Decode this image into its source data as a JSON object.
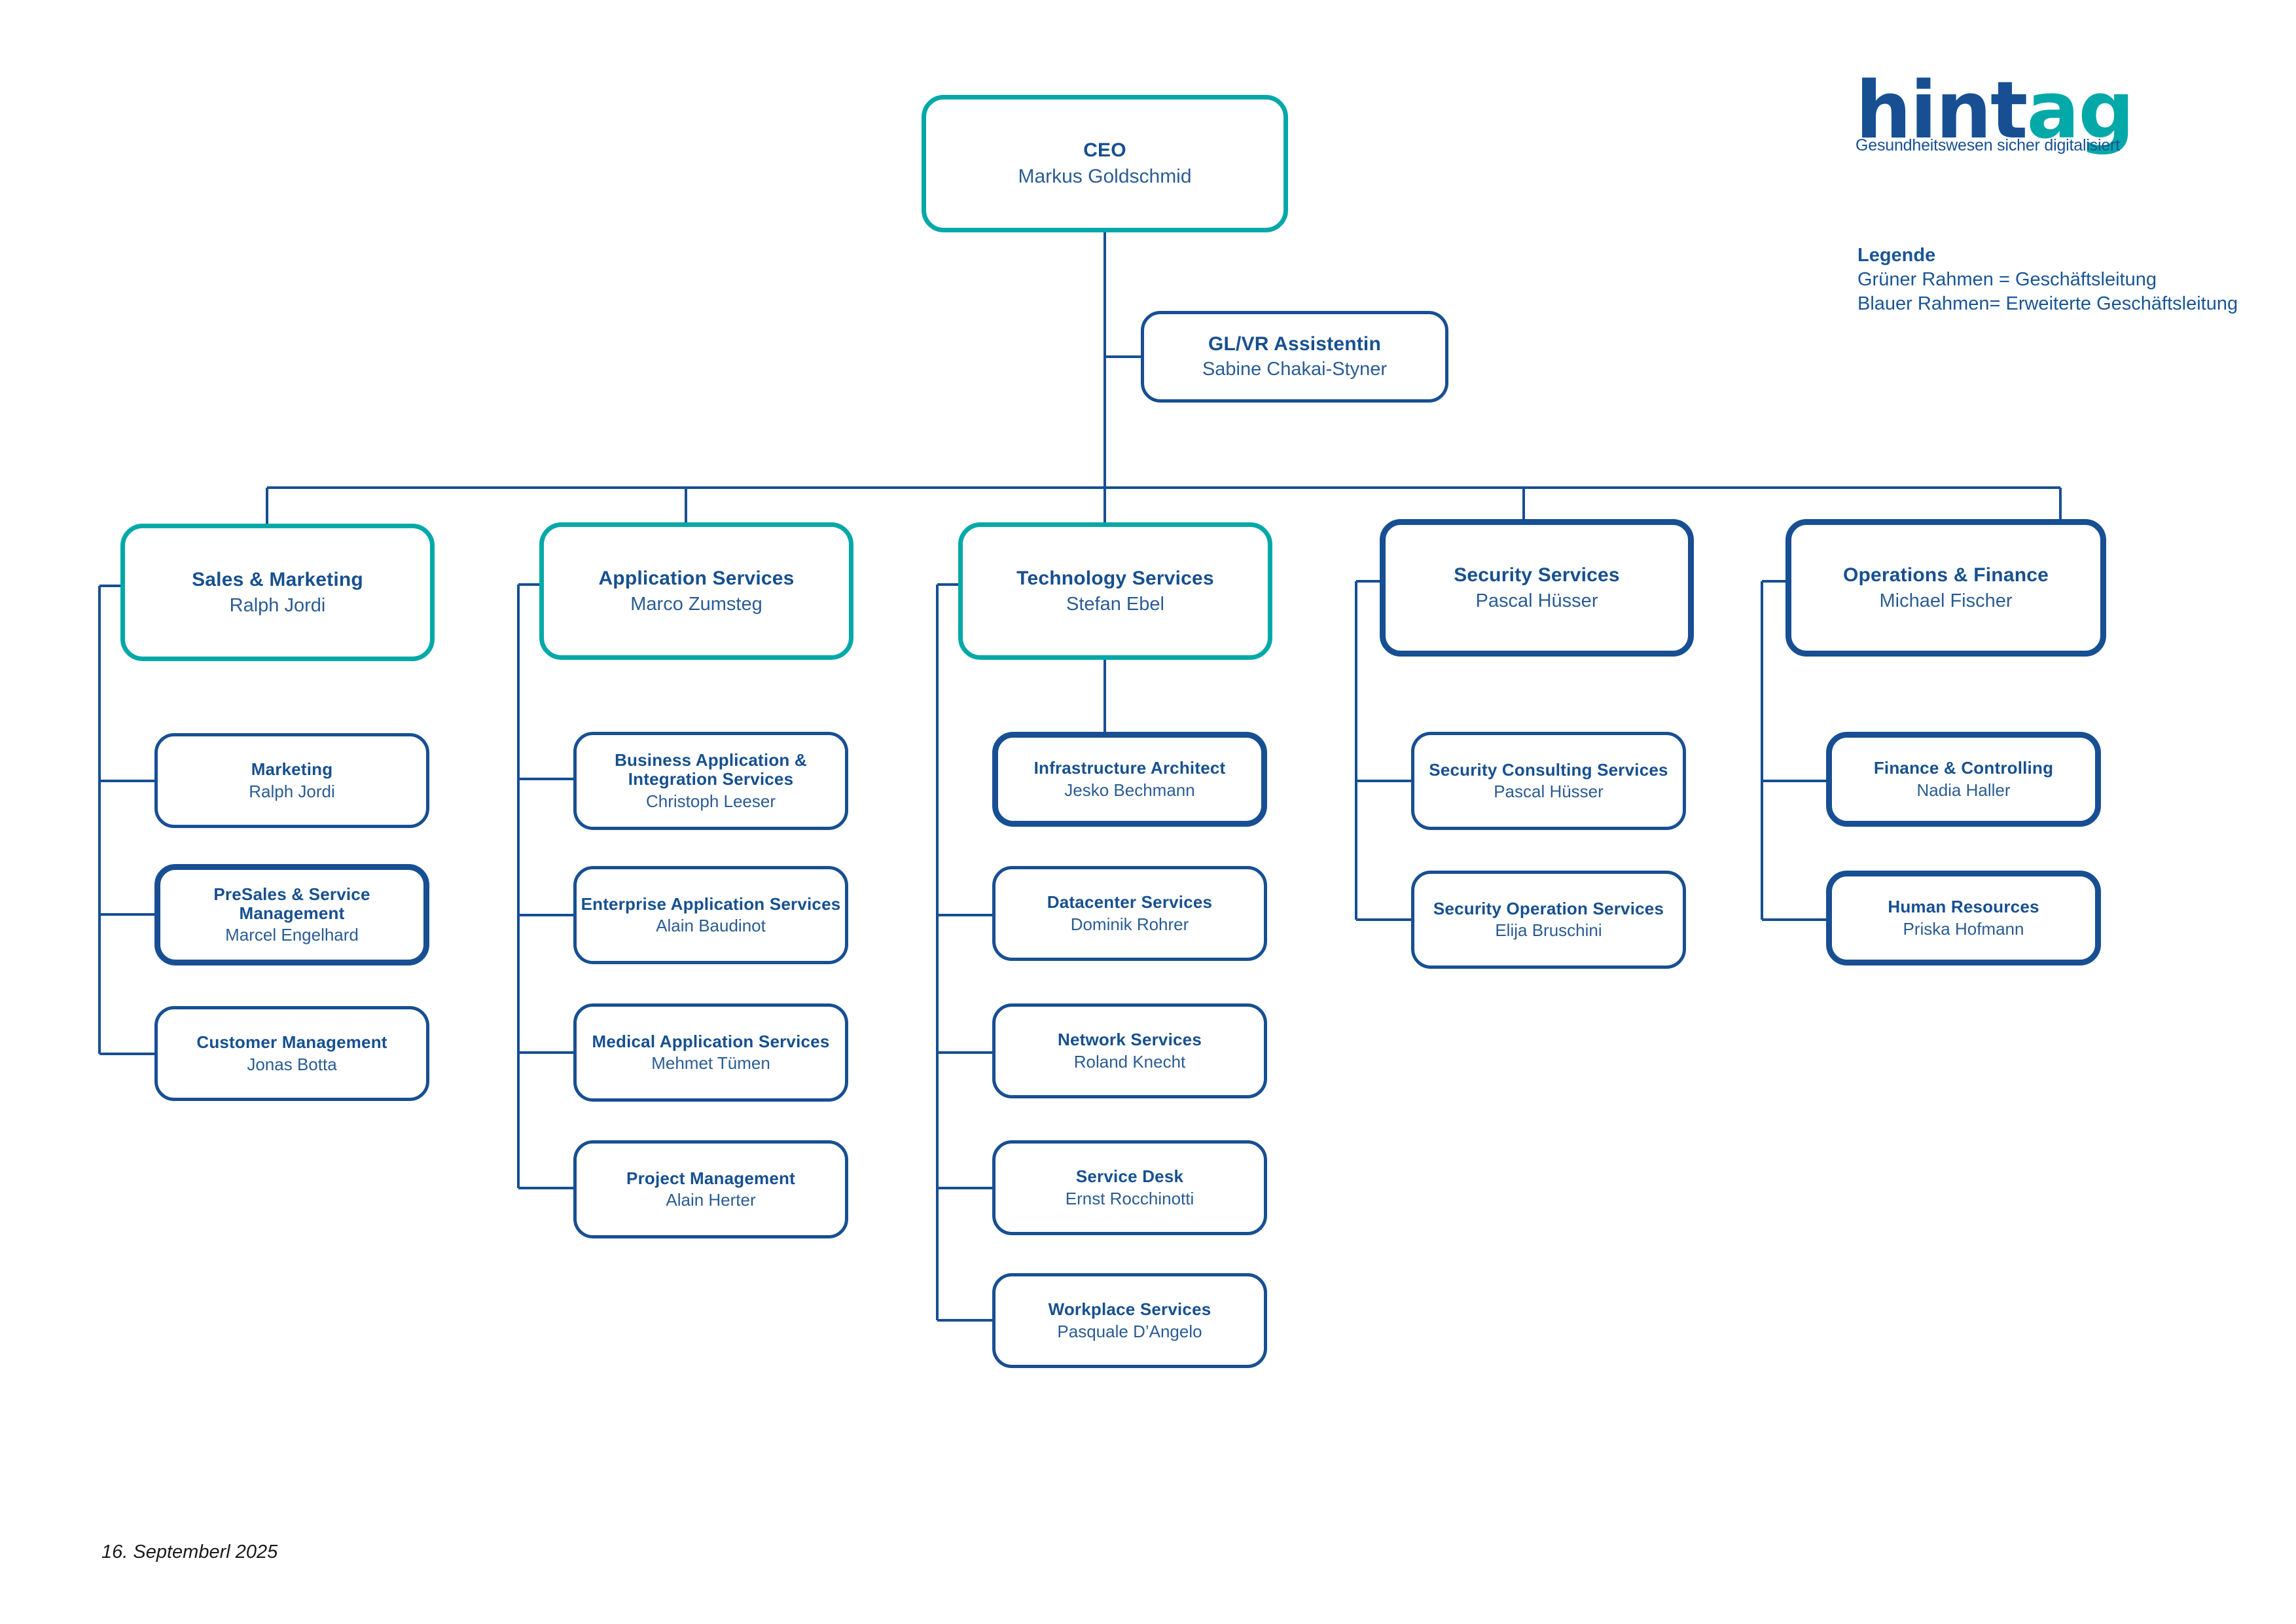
{
  "logo": {
    "word_part_1": "hint",
    "word_part_2": "ag",
    "tagline": "Gesundheitswesen sicher digitalisiert",
    "color_blue": "#174F92",
    "color_teal": "#03A8A8"
  },
  "legend": {
    "title": "Legende",
    "line_green": "Grüner Rahmen = Geschäftsleitung",
    "line_blue": "Blauer Rahmen= Erweiterte  Geschäftsleitung"
  },
  "footer": {
    "date": "16. Septemberl 2025"
  },
  "ceo": {
    "role": "CEO",
    "person": "Markus Goldschmid",
    "frame": "green"
  },
  "assistant": {
    "role": "GL/VR Assistentin",
    "person": "Sabine Chakai-Styner",
    "frame": "blue"
  },
  "departments": [
    {
      "role": "Sales & Marketing",
      "person": "Ralph Jordi",
      "frame": "green",
      "children": [
        {
          "role": "Marketing",
          "person": "Ralph Jordi",
          "frame": "blue"
        },
        {
          "role": "PreSales & Service Management",
          "person": "Marcel Engelhard",
          "frame": "blue-thick"
        },
        {
          "role": "Customer Management",
          "person": "Jonas Botta",
          "frame": "blue"
        }
      ]
    },
    {
      "role": "Application  Services",
      "person": "Marco Zumsteg",
      "frame": "green",
      "children": [
        {
          "role": "Business Application  & Integration Services",
          "person": "Christoph  Leeser",
          "frame": "blue"
        },
        {
          "role": "Enterprise Application Services",
          "person": "Alain Baudinot",
          "frame": "blue"
        },
        {
          "role": "Medical Application Services",
          "person": "Mehmet  Tümen",
          "frame": "blue"
        },
        {
          "role": "Project  Management",
          "person": "Alain Herter",
          "frame": "blue"
        }
      ]
    },
    {
      "role": "Technology Services",
      "person": "Stefan Ebel",
      "frame": "green",
      "children": [
        {
          "role": "Infrastructure Architect",
          "person": "Jesko Bechmann",
          "frame": "blue-thick"
        },
        {
          "role": "Datacenter Services",
          "person": "Dominik Rohrer",
          "frame": "blue"
        },
        {
          "role": "Network Services",
          "person": "Roland Knecht",
          "frame": "blue"
        },
        {
          "role": "Service Desk",
          "person": "Ernst Rocchinotti",
          "frame": "blue"
        },
        {
          "role": "Workplace Services",
          "person": "Pasquale D’Angelo",
          "frame": "blue"
        }
      ]
    },
    {
      "role": "Security Services",
      "person": "Pascal Hüsser",
      "frame": "blue-thick",
      "children": [
        {
          "role": "Security Consulting Services",
          "person": "Pascal Hüsser",
          "frame": "blue"
        },
        {
          "role": "Security Operation Services",
          "person": "Elija Bruschini",
          "frame": "blue"
        }
      ]
    },
    {
      "role": "Operations & Finance",
      "person": "Michael Fischer",
      "frame": "blue-thick",
      "children": [
        {
          "role": "Finance & Controlling",
          "person": "Nadia Haller",
          "frame": "blue-thick"
        },
        {
          "role": "Human Resources",
          "person": "Priska Hofmann",
          "frame": "blue-thick"
        }
      ]
    }
  ]
}
